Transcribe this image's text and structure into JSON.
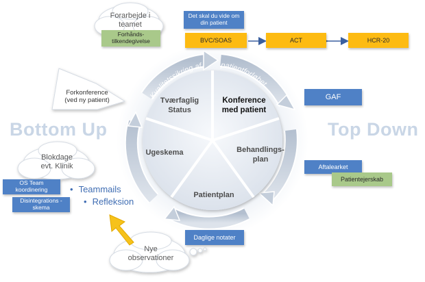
{
  "labels": {
    "bottom_up": "Bottom Up",
    "top_down": "Top Down"
  },
  "ring": {
    "arc_left": "Kvalitetssikring af",
    "arc_right": "patientforløbet"
  },
  "segments": {
    "tvaerfaglig": [
      "Tværfaglig",
      "Status"
    ],
    "konference": [
      "Konference",
      "med patient"
    ],
    "behandling": [
      "Behandlings-",
      "plan"
    ],
    "patientplan": [
      "Patientplan"
    ],
    "ugeskema": [
      "Ugeskema"
    ]
  },
  "clouds": {
    "forarbejde": [
      "Forarbejde i",
      "teamet"
    ],
    "blokdage": [
      "Blokdage",
      "evt. Klinik"
    ],
    "nye": [
      "Nye",
      "observationer"
    ]
  },
  "callout": {
    "forkonference": [
      "Forkonference",
      "(ved ny patient)"
    ]
  },
  "boxes": {
    "skal_vide": "Det skal du vide om din patient",
    "forhaand": "Forhånds-tilkendegivelse",
    "bvc": "BVC/SOAS",
    "act": "ACT",
    "hcr": "HCR-20",
    "gaf": "GAF",
    "aftale": "Aftalearket",
    "patientejer": "Patientejerskab",
    "os_team": "OS Team koordinering",
    "disintegration": "Disintegrations - skema",
    "daglige": "Daglige notater"
  },
  "bullets": [
    "Teammails",
    "Refleksion"
  ],
  "colors": {
    "blue": "#4f81c6",
    "green": "#a9c98a",
    "orange": "#fdbb12",
    "ring": "#c4cedb",
    "wedge": "#e9edf3",
    "bigtext": "#c9d6e6",
    "arrow_yellow": "#f6c21b"
  }
}
